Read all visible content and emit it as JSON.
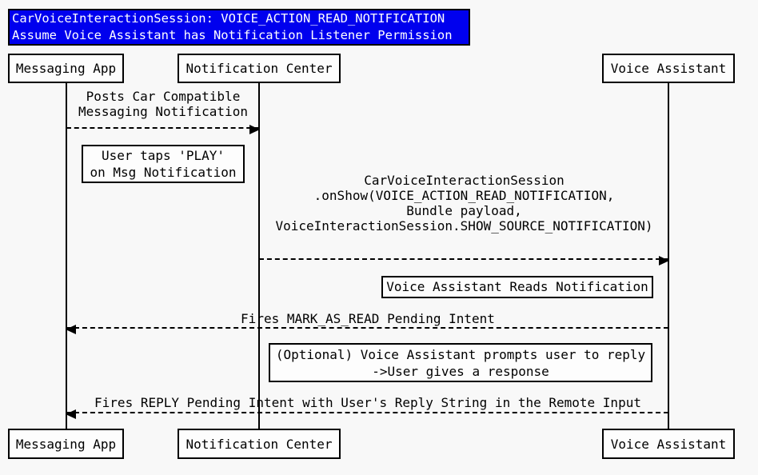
{
  "title": {
    "line1": "CarVoiceInteractionSession: VOICE_ACTION_READ_NOTIFICATION",
    "line2": "Assume Voice Assistant has Notification Listener Permission"
  },
  "actors": [
    {
      "label": "Messaging App"
    },
    {
      "label": "Notification Center"
    },
    {
      "label": "Voice Assistant"
    }
  ],
  "messages": [
    {
      "from": "Messaging App",
      "to": "Notification Center",
      "direction": "right",
      "line_style": "dashed",
      "lines": [
        "Posts Car Compatible",
        "Messaging Notification"
      ]
    },
    {
      "from": "Notification Center",
      "to": "Voice Assistant",
      "direction": "right",
      "line_style": "dashed",
      "lines": [
        "CarVoiceInteractionSession",
        ".onShow(VOICE_ACTION_READ_NOTIFICATION,",
        "Bundle payload,",
        "VoiceInteractionSession.SHOW_SOURCE_NOTIFICATION)"
      ]
    },
    {
      "from": "Voice Assistant",
      "to": "Messaging App",
      "direction": "left",
      "line_style": "dashed",
      "lines": [
        "Fires MARK_AS_READ Pending Intent"
      ]
    },
    {
      "from": "Voice Assistant",
      "to": "Messaging App",
      "direction": "left",
      "line_style": "dashed",
      "lines": [
        "Fires REPLY Pending Intent with User's Reply String in the Remote Input"
      ]
    }
  ],
  "notes": [
    {
      "lines": [
        "User taps 'PLAY'",
        "on Msg Notification"
      ]
    },
    {
      "lines": [
        "Voice Assistant Reads Notification"
      ]
    },
    {
      "lines": [
        "(Optional) Voice Assistant prompts user to reply",
        "->User gives a response"
      ]
    }
  ],
  "colors": {
    "background": "#F8F8F8",
    "title_background": "#0000EE",
    "title_text": "#FFFFFF",
    "line": "#000000",
    "box_fill": "#FDFDFD"
  }
}
